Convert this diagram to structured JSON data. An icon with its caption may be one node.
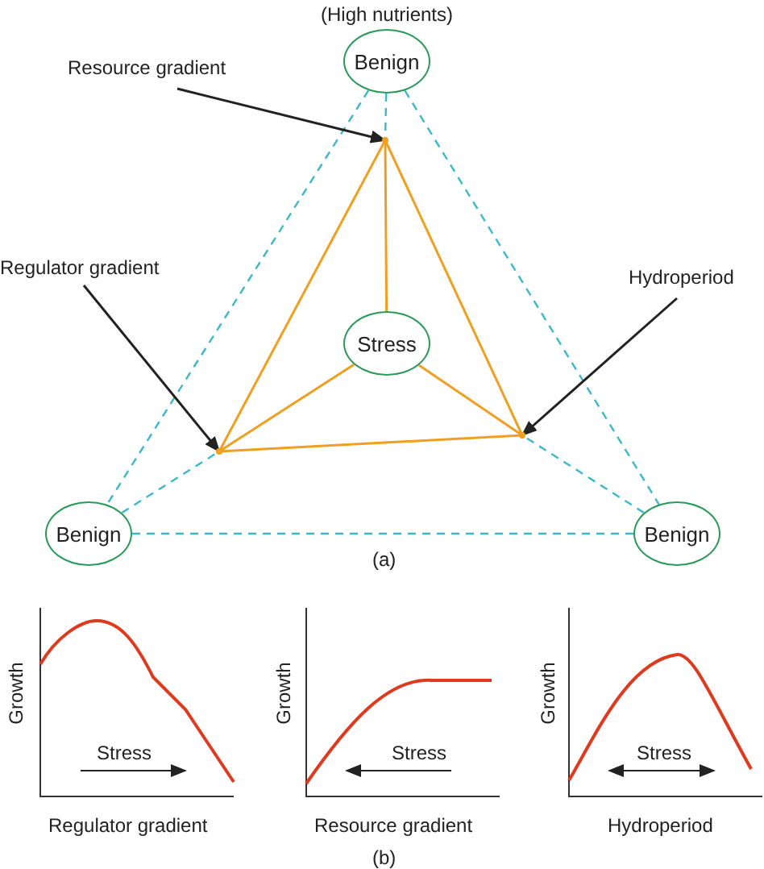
{
  "diagram": {
    "nodes": [
      {
        "text": [
          "Benign"
        ],
        "beside": [
          "(High nutrients)"
        ]
      },
      {
        "text": [
          "Resource gradient"
        ]
      },
      {
        "text": [
          "Regulator gradient"
        ]
      },
      {
        "text": [
          "Hydroperiod"
        ]
      },
      {
        "text": [
          "Stress"
        ]
      },
      {
        "text": [
          "Benign"
        ]
      },
      {
        "text": [
          "Benign"
        ]
      },
      {
        "text": [],
        "shape": "point"
      },
      {
        "text": [],
        "shape": "point"
      },
      {
        "text": [],
        "shape": "point"
      }
    ],
    "edges": [
      {
        "from": 0,
        "to": 5,
        "arrow": "none",
        "style": "dashed",
        "color": "#3bb8cc"
      },
      {
        "from": 0,
        "to": 6,
        "arrow": "none",
        "style": "dashed",
        "color": "#3bb8cc"
      },
      {
        "from": 5,
        "to": 6,
        "arrow": "none",
        "style": "dashed",
        "color": "#3bb8cc"
      },
      {
        "from": 0,
        "to": 7,
        "arrow": "none",
        "style": "dashed",
        "color": "#3bb8cc"
      },
      {
        "from": 5,
        "to": 8,
        "arrow": "none",
        "style": "dashed",
        "color": "#3bb8cc"
      },
      {
        "from": 6,
        "to": 9,
        "arrow": "none",
        "style": "dashed",
        "color": "#3bb8cc"
      },
      {
        "from": 7,
        "to": 8,
        "arrow": "none",
        "color": "#f0a020"
      },
      {
        "from": 8,
        "to": 9,
        "arrow": "none",
        "color": "#f0a020"
      },
      {
        "from": 9,
        "to": 7,
        "arrow": "none",
        "color": "#f0a020"
      },
      {
        "from": 4,
        "to": 7,
        "arrow": "none",
        "color": "#f0a020"
      },
      {
        "from": 4,
        "to": 8,
        "arrow": "none",
        "color": "#f0a020"
      },
      {
        "from": 4,
        "to": 9,
        "arrow": "none",
        "color": "#f0a020"
      },
      {
        "from": 1,
        "to": 7,
        "arrow": "to",
        "color": "#222222"
      },
      {
        "from": 2,
        "to": 8,
        "arrow": "to",
        "color": "#222222"
      },
      {
        "from": 3,
        "to": 9,
        "arrow": "to",
        "color": "#222222"
      }
    ],
    "labels": [
      "(a)",
      "Growth",
      "Stress",
      "Regulator gradient",
      "Growth",
      "Stress",
      "Resource gradient",
      "Growth",
      "Stress",
      "Hydroperiod",
      "(b)"
    ]
  }
}
